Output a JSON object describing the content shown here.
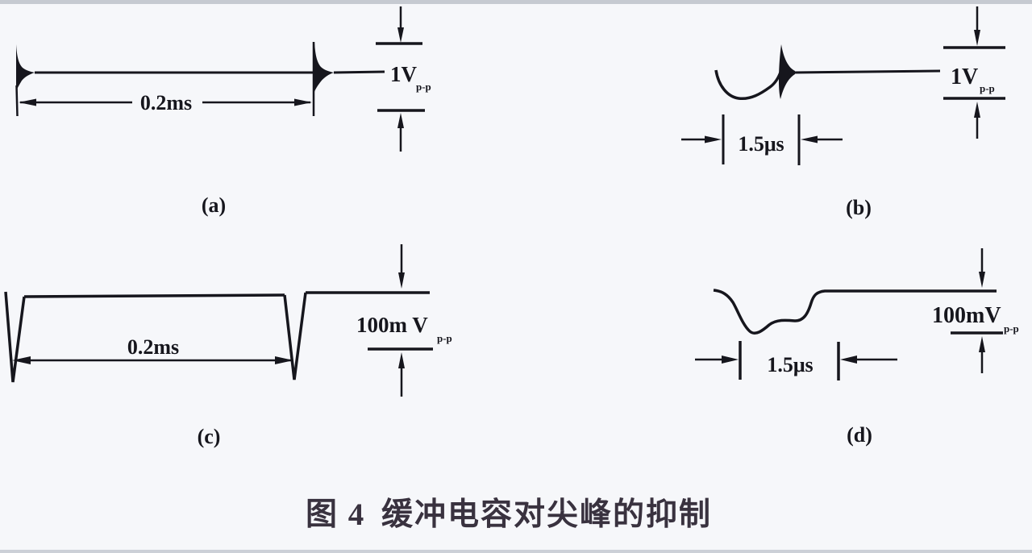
{
  "figure": {
    "caption_prefix": "图 4",
    "caption_title": "缓冲电容对尖峰的抑制"
  },
  "panels": {
    "a": {
      "label": "(a)",
      "time": "0.2ms",
      "amplitude": "1V",
      "amplitude_sub": "p-p"
    },
    "b": {
      "label": "(b)",
      "time": "1.5μs",
      "amplitude": "1V",
      "amplitude_sub": "p-p"
    },
    "c": {
      "label": "(c)",
      "time": "0.2ms",
      "amplitude": "100m V",
      "amplitude_sub": "p-p"
    },
    "d": {
      "label": "(d)",
      "time": "1.5μs",
      "amplitude": "100mV",
      "amplitude_sub": "p-p"
    }
  },
  "colors": {
    "ink": "#16161d",
    "paper": "#f6f7fa",
    "edge_strip": "#c6cad1",
    "caption_ink": "#39323f"
  }
}
